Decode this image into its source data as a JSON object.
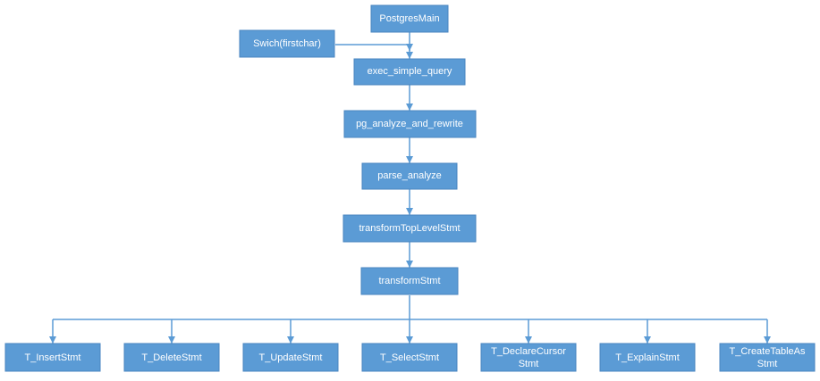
{
  "nodes": {
    "postgres_main": "PostgresMain",
    "swich_firstchar": "Swich(firstchar)",
    "exec_simple_query": "exec_simple_query",
    "pg_analyze_and_rewrite": "pg_analyze_and_rewrite",
    "parse_analyze": "parse_analyze",
    "transform_top_level_stmt": "transformTopLevelStmt",
    "transform_stmt": "transformStmt",
    "t_insert_stmt": "T_InsertStmt",
    "t_delete_stmt": "T_DeleteStmt",
    "t_update_stmt": "T_UpdateStmt",
    "t_select_stmt": "T_SelectStmt",
    "t_declare_cursor_stmt": [
      "T_DeclareCursor",
      "Stmt"
    ],
    "t_explain_stmt": "T_ExplainStmt",
    "t_create_table_as_stmt": [
      "T_CreateTableAs",
      "Stmt"
    ]
  },
  "colors": {
    "node_fill": "#5b9bd5",
    "node_text": "#ffffff",
    "edge": "#5b9bd5"
  }
}
